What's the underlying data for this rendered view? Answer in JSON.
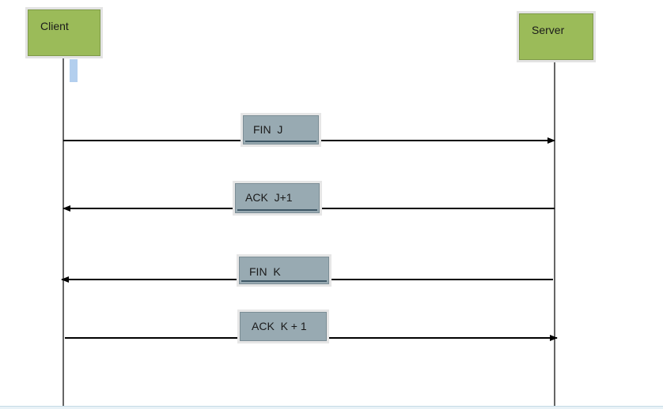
{
  "actors": {
    "client": {
      "label": "Client"
    },
    "server": {
      "label": "Server"
    }
  },
  "messages": [
    {
      "label": "FIN  J",
      "from": "client",
      "to": "server"
    },
    {
      "label": "ACK  J+1",
      "from": "server",
      "to": "client"
    },
    {
      "label": "FIN  K",
      "from": "server",
      "to": "client"
    },
    {
      "label": "ACK  K + 1",
      "from": "client",
      "to": "server"
    }
  ],
  "colors": {
    "actor_fill": "#9bbb59",
    "message_fill": "#98aab2",
    "activation_fill": "#b3cfee",
    "line": "#000000"
  }
}
